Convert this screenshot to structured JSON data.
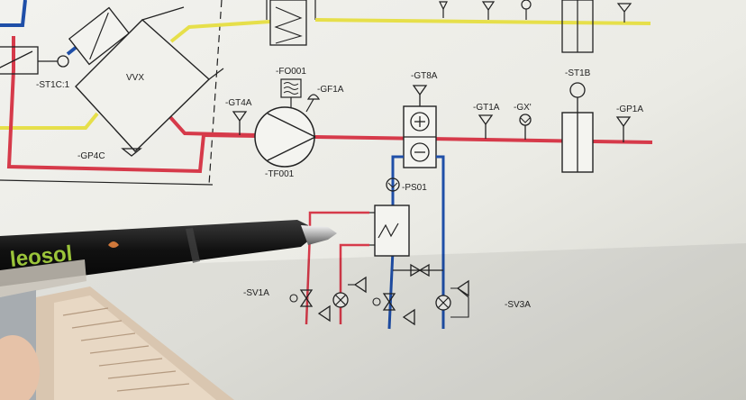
{
  "colors": {
    "paper": "#ecece6",
    "paper_shade": "#c9c9c2",
    "ink": "#222222",
    "supply_red": "#d63a4a",
    "cold_blue": "#1f4fa8",
    "air_yellow": "#e6df4a",
    "pen_body": "#1c1c1c",
    "pen_print": "#9bc43a",
    "pen_logo": "#d0783a"
  },
  "labels": {
    "vvx": "VVX",
    "st1c": "-ST1C:1",
    "gp4c": "-GP4C",
    "gt4a": "-GT4A",
    "fo001": "-FO001",
    "gf1a": "-GF1A",
    "tf001": "-TF001",
    "gt8a": "-GT8A",
    "gt1a": "-GT1A",
    "gx": "-GX'",
    "st1b": "-ST1B",
    "gp1a": "-GP1A",
    "ps01": "-PS01",
    "sv1a": "-SV1A",
    "sv3a": "-SV3A"
  },
  "pen": {
    "brand": "leosol"
  },
  "icons": [
    "triangle-sensor-icon",
    "pressure-sensor-icon",
    "fan-icon",
    "filter-icon",
    "damper-icon",
    "heating-coil-icon",
    "cooling-coil-icon",
    "pump-icon",
    "valve-icon",
    "actuator-icon",
    "heat-exchanger-icon",
    "pen-icon"
  ]
}
